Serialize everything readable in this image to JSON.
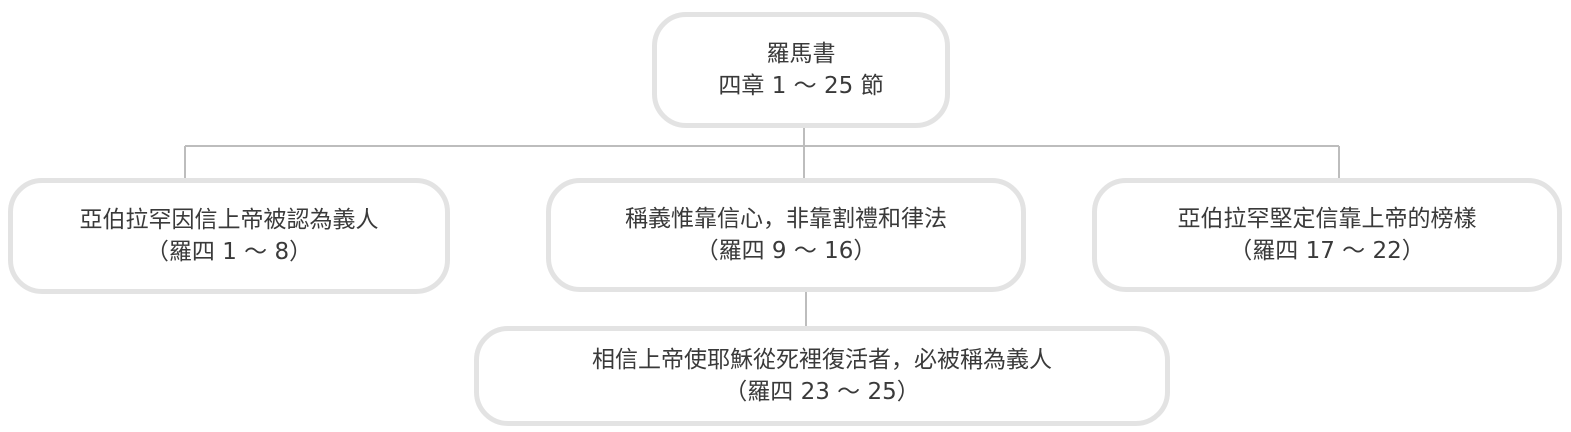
{
  "diagram": {
    "root": {
      "title": "羅馬書",
      "subtitle": "四章 1 ～ 25 節"
    },
    "children": [
      {
        "title": "亞伯拉罕因信上帝被認為義人",
        "ref": "（羅四 1 ～ 8）"
      },
      {
        "title": "稱義惟靠信心，非靠割禮和律法",
        "ref": "（羅四 9 ～ 16）"
      },
      {
        "title": "亞伯拉罕堅定信靠上帝的榜樣",
        "ref": "（羅四 17 ～ 22）"
      }
    ],
    "sub_child": {
      "title": "相信上帝使耶穌從死裡復活者，必被稱為義人",
      "ref": "（羅四 23 ～ 25）"
    },
    "colors": {
      "box_border": "#e3e3e3",
      "connector": "#bdbdbd",
      "text": "#3a3a3a"
    }
  }
}
